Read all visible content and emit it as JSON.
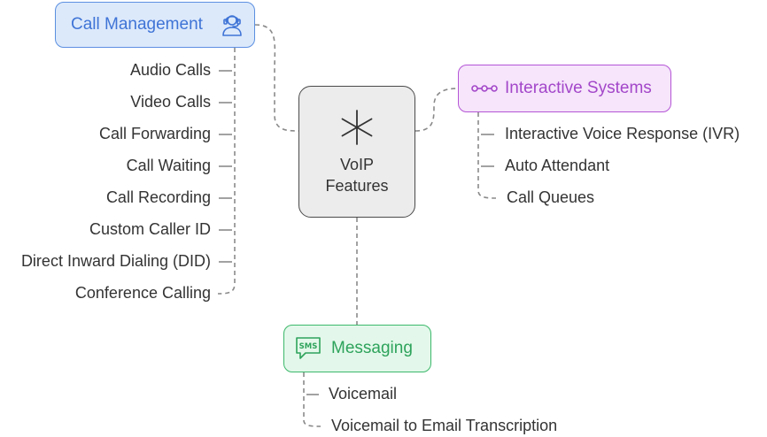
{
  "center": {
    "line1": "VoIP",
    "line2": "Features",
    "icon": "asterisk-icon"
  },
  "call_management": {
    "title": "Call Management",
    "icon": "headset-agent-icon",
    "color": "#3f74d6",
    "items": [
      "Audio Calls",
      "Video Calls",
      "Call Forwarding",
      "Call Waiting",
      "Call Recording",
      "Custom Caller ID",
      "Direct Inward Dialing (DID)",
      "Conference Calling"
    ]
  },
  "interactive_systems": {
    "title": "Interactive Systems",
    "icon": "connected-nodes-icon",
    "color": "#a346c9",
    "items": [
      "Interactive Voice Response (IVR)",
      "Auto Attendant",
      "Call Queues"
    ]
  },
  "messaging": {
    "title": "Messaging",
    "icon": "sms-bubble-icon",
    "color": "#2ea35c",
    "items": [
      "Voicemail",
      "Voicemail to Email Transcription"
    ]
  }
}
